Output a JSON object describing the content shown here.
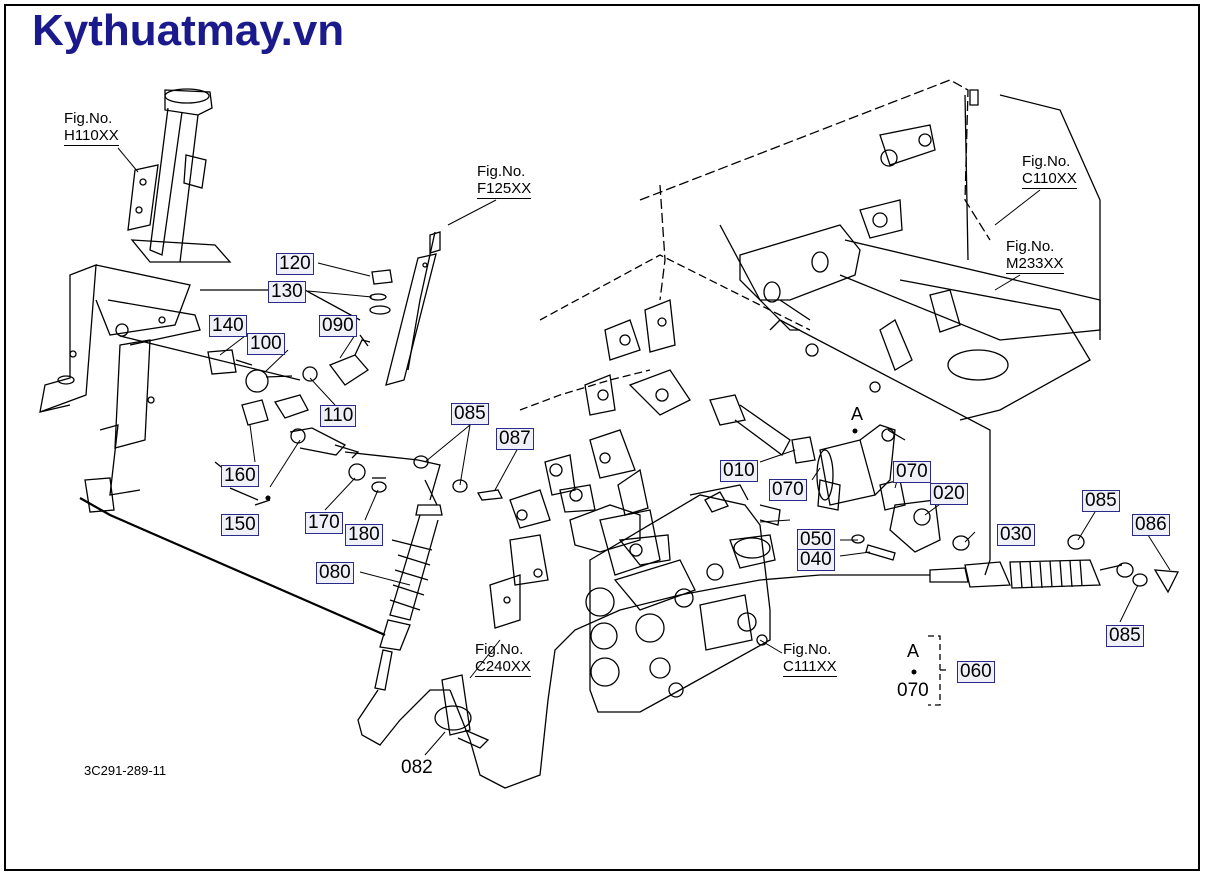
{
  "brand": "Kythuatmay.vn",
  "drawing_code": "3C291-289-11",
  "fig_refs": [
    {
      "id": "h110",
      "label": "Fig.No.",
      "num": "H110XX"
    },
    {
      "id": "f125",
      "label": "Fig.No.",
      "num": "F125XX"
    },
    {
      "id": "c110",
      "label": "Fig.No.",
      "num": "C110XX"
    },
    {
      "id": "m233",
      "label": "Fig.No.",
      "num": "M233XX"
    },
    {
      "id": "c240",
      "label": "Fig.No.",
      "num": "C240XX"
    },
    {
      "id": "c111",
      "label": "Fig.No.",
      "num": "C111XX"
    }
  ],
  "parts": [
    {
      "id": "p120",
      "text": "120",
      "boxed": true
    },
    {
      "id": "p130",
      "text": "130",
      "boxed": true
    },
    {
      "id": "p140",
      "text": "140",
      "boxed": true
    },
    {
      "id": "p100",
      "text": "100",
      "boxed": true
    },
    {
      "id": "p090",
      "text": "090",
      "boxed": true
    },
    {
      "id": "p110",
      "text": "110",
      "boxed": true
    },
    {
      "id": "p160",
      "text": "160",
      "boxed": true
    },
    {
      "id": "p150",
      "text": "150",
      "boxed": true
    },
    {
      "id": "p170",
      "text": "170",
      "boxed": true
    },
    {
      "id": "p180",
      "text": "180",
      "boxed": true
    },
    {
      "id": "p085a",
      "text": "085",
      "boxed": true
    },
    {
      "id": "p087",
      "text": "087",
      "boxed": true
    },
    {
      "id": "p080",
      "text": "080",
      "boxed": true
    },
    {
      "id": "p010",
      "text": "010",
      "boxed": true
    },
    {
      "id": "p070a",
      "text": "070",
      "boxed": true
    },
    {
      "id": "p070b",
      "text": "070",
      "boxed": true
    },
    {
      "id": "p020",
      "text": "020",
      "boxed": true
    },
    {
      "id": "p050",
      "text": "050",
      "boxed": true
    },
    {
      "id": "p040",
      "text": "040",
      "boxed": true
    },
    {
      "id": "p030",
      "text": "030",
      "boxed": true
    },
    {
      "id": "p085b",
      "text": "085",
      "boxed": true
    },
    {
      "id": "p086",
      "text": "086",
      "boxed": true
    },
    {
      "id": "p085c",
      "text": "085",
      "boxed": true
    },
    {
      "id": "p060",
      "text": "060",
      "boxed": true
    },
    {
      "id": "p082",
      "text": "082",
      "boxed": false
    },
    {
      "id": "p070c",
      "text": "070",
      "boxed": false
    }
  ],
  "notes": {
    "detail_a_marker": "A",
    "legend_a": "A"
  }
}
